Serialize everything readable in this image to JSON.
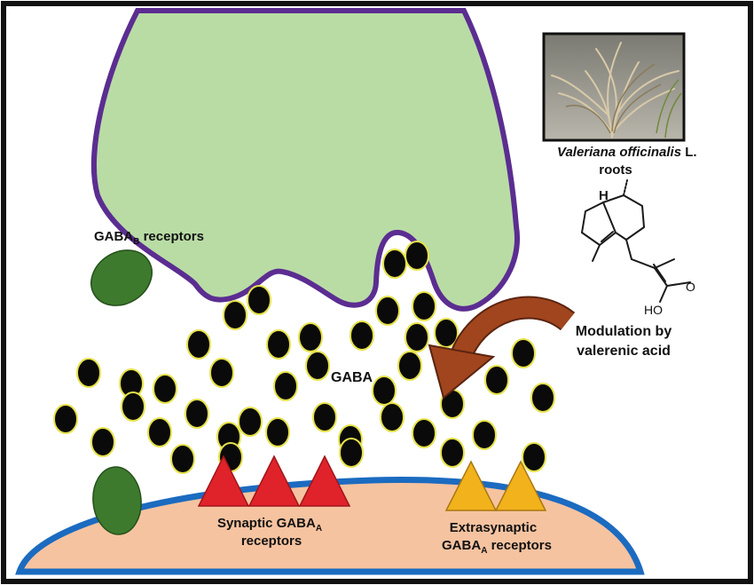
{
  "labels": {
    "gaba_b": {
      "main": "GABA",
      "sub": "B",
      "suffix": " receptors"
    },
    "gaba": "GABA",
    "modulation_line1": "Modulation by",
    "modulation_line2": "valerenic acid",
    "plant_italic": "Valeriana officinalis",
    "plant_suffix": " L.",
    "plant_line2": "roots",
    "synaptic_line1": {
      "main": "Synaptic GABA",
      "sub": "A"
    },
    "synaptic_line2": "receptors",
    "extrasynaptic_line1": "Extrasynaptic",
    "extrasynaptic_line2": {
      "main": "GABA",
      "sub": "A",
      "suffix": " receptors"
    },
    "molecule_h": "H",
    "molecule_ho": "HO",
    "molecule_o": "O"
  },
  "colors": {
    "presynaptic_fill": "#b9dca5",
    "presynaptic_outline": "#5b2d91",
    "postsynaptic_fill": "#f6c3a0",
    "postsynaptic_outline": "#1b6bc0",
    "gaba_dot": "#0a0a0a",
    "gaba_dot_outline": "#e6e24a",
    "gaba_b_receptor": "#3d7a2d",
    "synaptic_receptor": "#e0232a",
    "extrasynaptic_receptor": "#f2b21c",
    "arrow": "#a0451d"
  },
  "photo": {
    "description_icon": "valerian-root-photo"
  }
}
